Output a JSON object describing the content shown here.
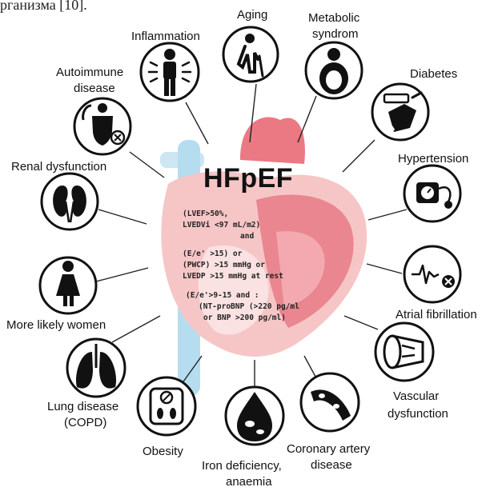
{
  "top_text": "рганизма [10].",
  "title": "HFpEF",
  "criteria": {
    "c1": "(LVEF>50%,",
    "c2": "LVEDVi <97 mL/m2)",
    "c3": "and",
    "c4": "(E/e' >15) or",
    "c5": "(PWCP) >15 mmHg or",
    "c6": "LVEDP >15 mmHg at rest",
    "c7": "(E/e'>9-15 and :",
    "c8": "(NT-proBNP (>220 pg/ml",
    "c9": "or BNP >200 pg/ml)"
  },
  "factors": {
    "aging": "Aging",
    "metabolic_1": "Metabolic",
    "metabolic_2": "syndrom",
    "inflammation": "Inflammation",
    "autoimmune_1": "Autoimmune",
    "autoimmune_2": "disease",
    "diabetes": "Diabetes",
    "renal": "Renal dysfunction",
    "hypertension": "Hypertension",
    "atrial": "Atrial fibrillation",
    "women": "More likely women",
    "lung_1": "Lung disease",
    "lung_2": "(COPD)",
    "vascular_1": "Vascular",
    "vascular_2": "dysfunction",
    "obesity": "Obesity",
    "iron_1": "Iron deficiency,",
    "iron_2": "anaemia",
    "coronary_1": "Coronary artery",
    "coronary_2": "disease"
  },
  "colors": {
    "heart_red": "#e87a86",
    "heart_pink": "#f6c6c6",
    "vessel_blue": "#9dd0ea",
    "ink": "#111111"
  },
  "icons": [
    "elderly-person-icon",
    "overweight-person-icon",
    "person-radiating-icon",
    "shield-person-icon",
    "glucose-meter-icon",
    "kidneys-icon",
    "blood-pressure-monitor-icon",
    "ecg-monitor-icon",
    "woman-icon",
    "lungs-icon",
    "blood-vessel-icon",
    "weighing-scale-icon",
    "blood-drop-icon",
    "coronary-artery-icon"
  ]
}
